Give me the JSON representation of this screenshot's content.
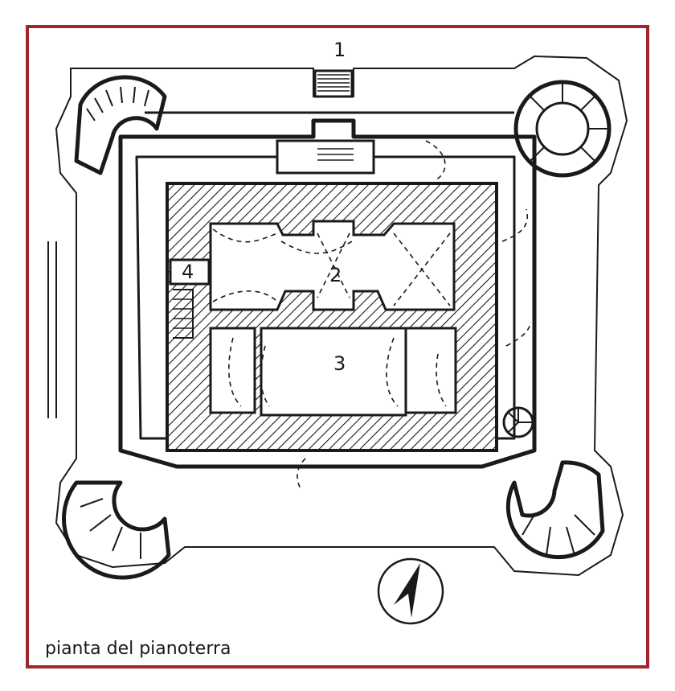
{
  "caption": "pianta del pianoterra",
  "labels": {
    "entrance": "1",
    "room_2": "2",
    "room_3": "3",
    "room_4": "4"
  },
  "colors": {
    "frame": "#a0262a",
    "ink": "#1a1a1a",
    "paper": "#ffffff"
  },
  "icons": {
    "compass": "north-arrow-icon"
  }
}
